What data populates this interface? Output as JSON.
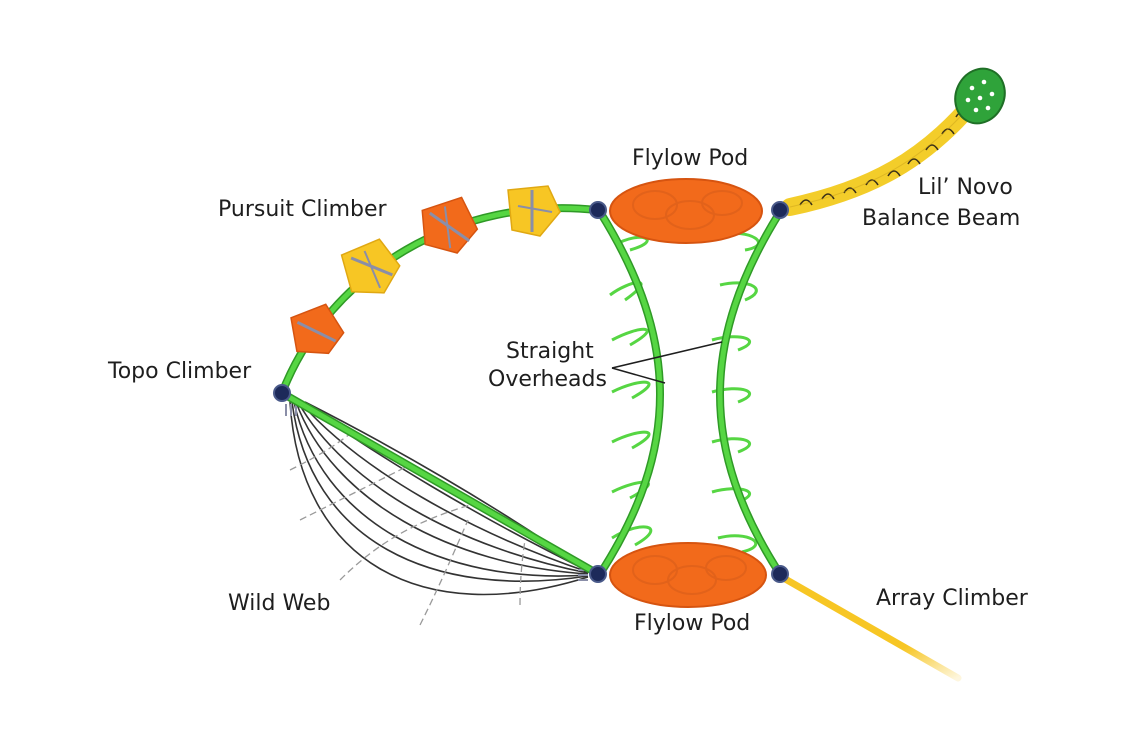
{
  "labels": {
    "pursuit_climber": "Pursuit Climber",
    "flylow_pod_top": "Flylow Pod",
    "flylow_pod_bottom": "Flylow Pod",
    "lil_novo_line1": "Lil’ Novo",
    "lil_novo_line2": "Balance Beam",
    "straight_overheads_line1": "Straight",
    "straight_overheads_line2": "Overheads",
    "topo_climber": "Topo Climber",
    "wild_web": "Wild Web",
    "array_climber": "Array Climber"
  },
  "colors": {
    "frame_green": "#4fcf3d",
    "frame_green_dark": "#2f9a26",
    "pod_orange": "#f26a1b",
    "pod_orange_dark": "#d65410",
    "climber_yellow": "#f7c624",
    "climber_orange": "#f26a1b",
    "beam_yellow": "#f3cd2a",
    "joint_navy": "#1d2a5a",
    "web_rope": "#333333",
    "bolt_gray": "#8a8ea8"
  }
}
